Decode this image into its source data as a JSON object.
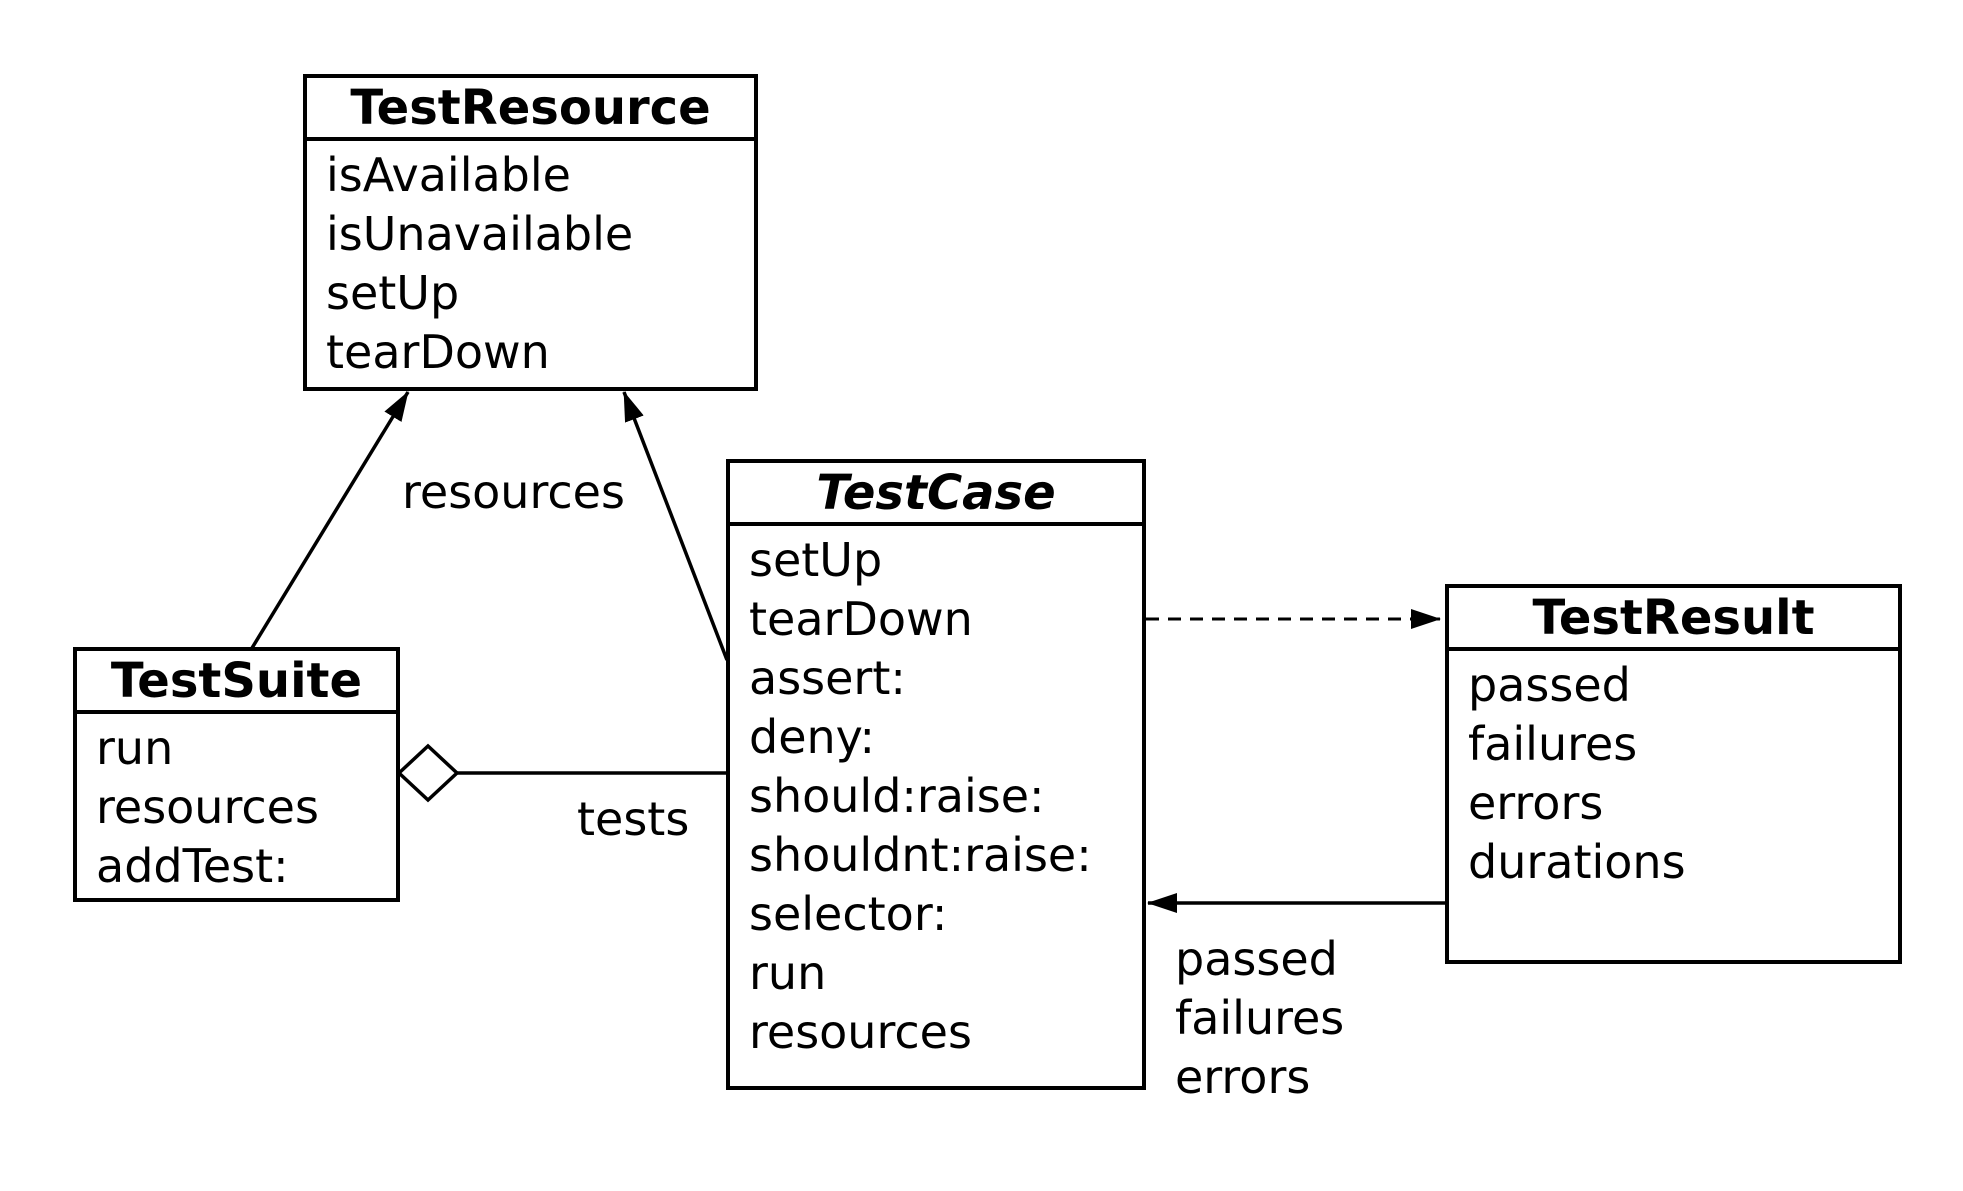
{
  "classes": {
    "test_resource": {
      "name": "TestResource",
      "members": [
        "isAvailable",
        "isUnavailable",
        "setUp",
        "tearDown"
      ]
    },
    "test_case": {
      "name": "TestCase",
      "members": [
        "setUp",
        "tearDown",
        "assert:",
        "deny:",
        "should:raise:",
        "shouldnt:raise:",
        "selector:",
        "run",
        "resources"
      ]
    },
    "test_suite": {
      "name": "TestSuite",
      "members": [
        "run",
        "resources",
        "addTest:"
      ]
    },
    "test_result": {
      "name": "TestResult",
      "members": [
        "passed",
        "failures",
        "errors",
        "durations"
      ]
    }
  },
  "labels": {
    "resources": "resources",
    "tests": "tests",
    "result_queries": [
      "passed",
      "failures",
      "errors"
    ]
  }
}
